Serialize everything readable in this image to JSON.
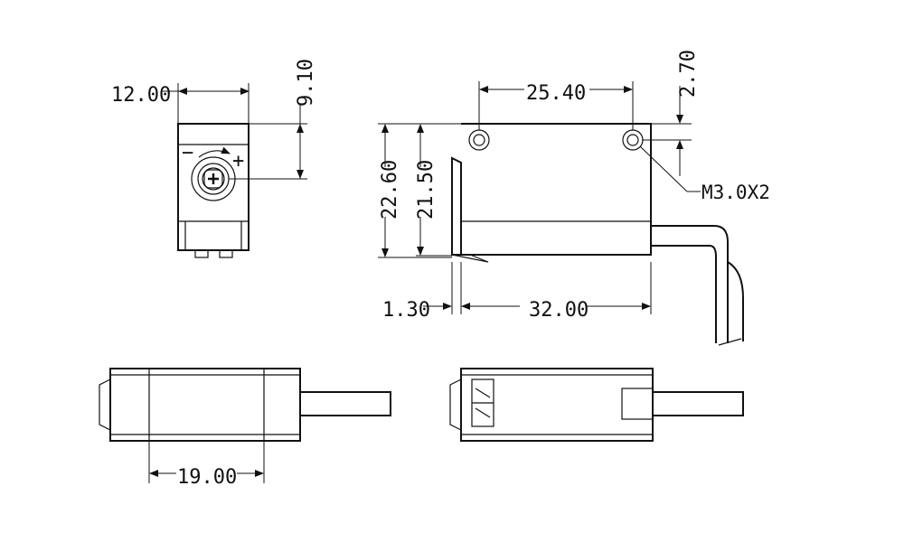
{
  "dimensions": {
    "front_width": "12.00",
    "front_top_height": "9.10",
    "hole_spacing": "25.40",
    "hole_offset": "2.70",
    "overall_height": "22.60",
    "body_height": "21.50",
    "left_offset": "1.30",
    "body_length": "32.00",
    "thread_callout": "M3.0X2",
    "bottom_length": "19.00"
  },
  "front_view": {
    "minus_symbol": "−",
    "plus_symbol": "+"
  }
}
